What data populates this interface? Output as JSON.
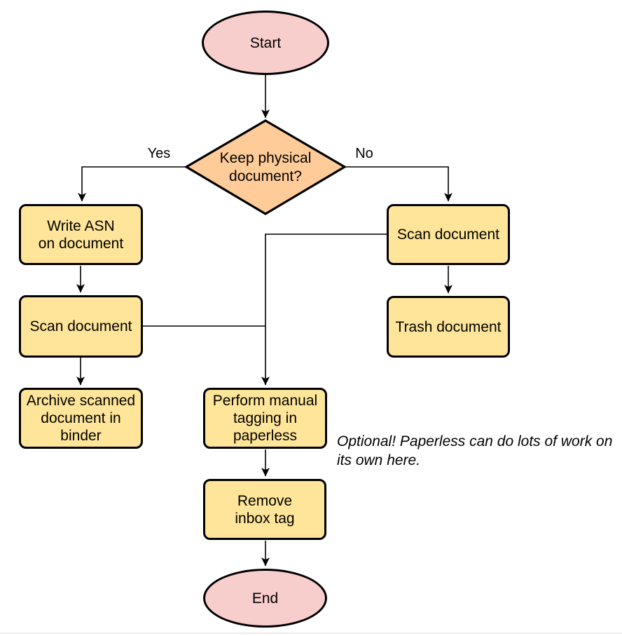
{
  "flowchart": {
    "nodes": {
      "start": {
        "label": "Start"
      },
      "decision": {
        "label": "Keep physical\ndocument?"
      },
      "write_asn": {
        "label": "Write ASN\non document"
      },
      "scan_left": {
        "label": "Scan document"
      },
      "archive": {
        "label": "Archive scanned\ndocument in\nbinder"
      },
      "scan_right": {
        "label": "Scan document"
      },
      "trash": {
        "label": "Trash document"
      },
      "tagging": {
        "label": "Perform manual\ntagging in\npaperless"
      },
      "remove_inbox": {
        "label": "Remove\ninbox tag"
      },
      "end": {
        "label": "End"
      }
    },
    "edge_labels": {
      "yes": "Yes",
      "no": "No"
    },
    "annotation": "Optional! Paperless can do lots of work on\nits own here.",
    "colors": {
      "terminal_fill": "#f8cecc",
      "decision_fill": "#ffcc99",
      "process_fill": "#ffe59a",
      "stroke": "#000000",
      "text": "#000000"
    }
  }
}
